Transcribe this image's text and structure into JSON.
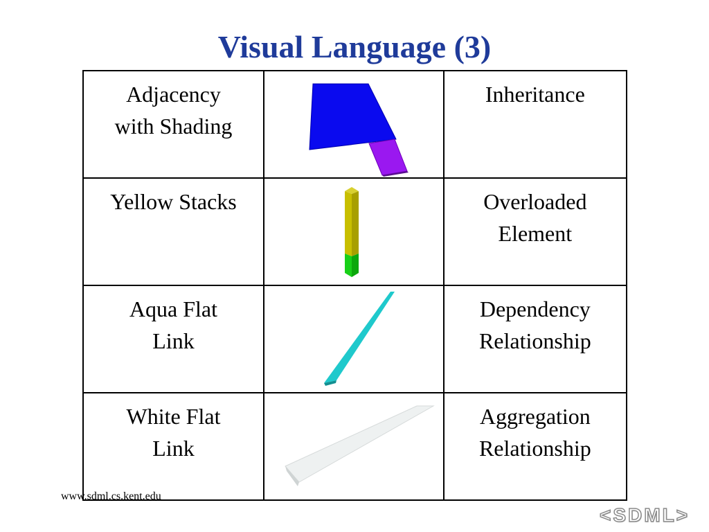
{
  "title": "Visual Language (3)",
  "rows": [
    {
      "element": [
        "Adjacency",
        "with Shading"
      ],
      "glyph": "adjacency-shading-glyph",
      "meaning": [
        "Inheritance"
      ]
    },
    {
      "element": [
        "Yellow Stacks"
      ],
      "glyph": "yellow-stack-glyph",
      "meaning": [
        "Overloaded",
        "Element"
      ]
    },
    {
      "element": [
        "Aqua Flat",
        "Link"
      ],
      "glyph": "aqua-flat-link-glyph",
      "meaning": [
        "Dependency",
        "Relationship"
      ]
    },
    {
      "element": [
        "White Flat",
        "Link"
      ],
      "glyph": "white-flat-link-glyph",
      "meaning": [
        "Aggregation",
        "Relationship"
      ]
    }
  ],
  "footer": {
    "url": "www.sdml.cs.kent.edu"
  },
  "logo": {
    "text": "<SDML>"
  },
  "colors": {
    "title": "#1f3b9a",
    "blue_block": "#0a0aef",
    "purple_block": "#9a18f0",
    "yellow": "#c8bf00",
    "green": "#12c412",
    "aqua": "#1fc9cc",
    "white_link": "#e9eded"
  }
}
